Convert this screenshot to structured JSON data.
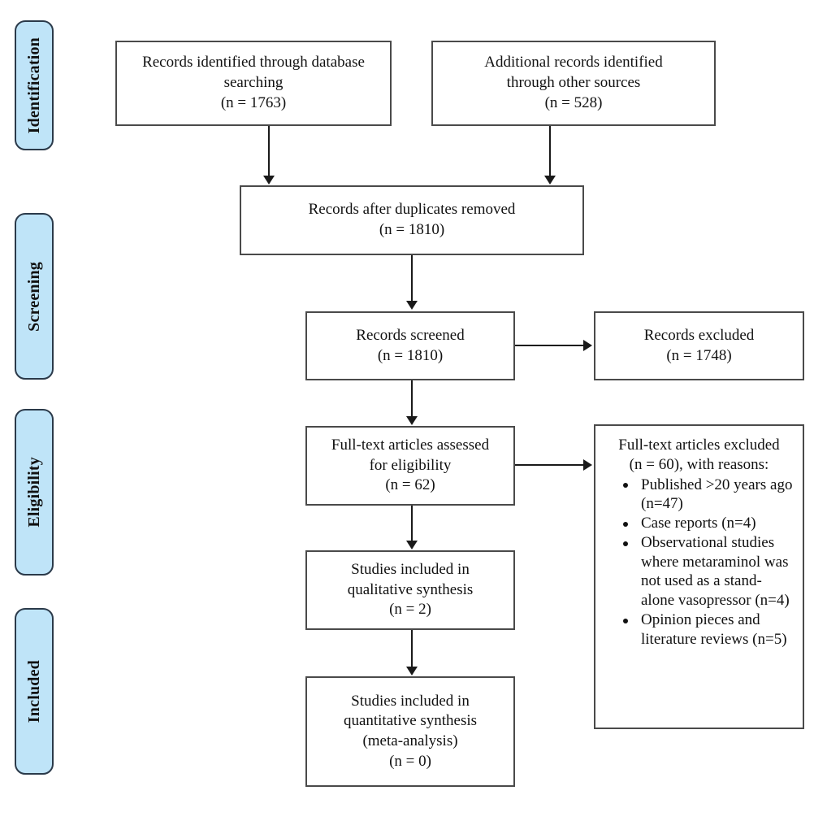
{
  "diagram": {
    "title": "PRISMA flow diagram",
    "type": "prisma-flow-diagram",
    "background_color": "#ffffff",
    "box_border_color": "#4a4a4a",
    "connector_color": "#1a1a1a"
  },
  "stages": [
    {
      "id": "identification",
      "label": "Identification",
      "fill": "#bfe4f8",
      "border": "#2b3a4a"
    },
    {
      "id": "screening",
      "label": "Screening",
      "fill": "#bfe4f8",
      "border": "#2b3a4a"
    },
    {
      "id": "eligibility",
      "label": "Eligibility",
      "fill": "#bfe4f8",
      "border": "#2b3a4a"
    },
    {
      "id": "included",
      "label": "Included",
      "fill": "#bfe4f8",
      "border": "#2b3a4a"
    }
  ],
  "boxes": {
    "database_records": {
      "text": "Records identified through database\nsearching\n(n = 1763)",
      "count": 1763
    },
    "other_records": {
      "text": "Additional records identified\nthrough other sources\n(n = 528)",
      "count": 528
    },
    "duplicates_removed": {
      "text": "Records after duplicates removed\n(n = 1810)",
      "count": 1810
    },
    "records_screened": {
      "text": "Records screened\n(n = 1810)",
      "count": 1810
    },
    "records_excluded": {
      "text": "Records excluded\n(n = 1748)",
      "count": 1748
    },
    "fulltext_assessed": {
      "text": "Full-text articles assessed\nfor eligibility\n(n = 62)",
      "count": 62
    },
    "fulltext_excluded": {
      "heading": "Full-text articles excluded\n(n = 60),  with reasons:",
      "count": 60,
      "reasons": [
        {
          "text": "Published >20 years ago (n=47)",
          "count": 47
        },
        {
          "text": "Case reports (n=4)",
          "count": 4
        },
        {
          "text": "Observational studies where metaraminol was not used as a stand-alone vasopressor (n=4)",
          "count": 4
        },
        {
          "text": "Opinion pieces and literature reviews (n=5)",
          "count": 5
        }
      ]
    },
    "qualitative_synthesis": {
      "text": "Studies included in\nqualitative synthesis\n(n = 2)",
      "count": 2
    },
    "quantitative_synthesis": {
      "text": "Studies included in\nquantitative synthesis\n(meta-analysis)\n(n = 0)",
      "count": 0
    }
  }
}
